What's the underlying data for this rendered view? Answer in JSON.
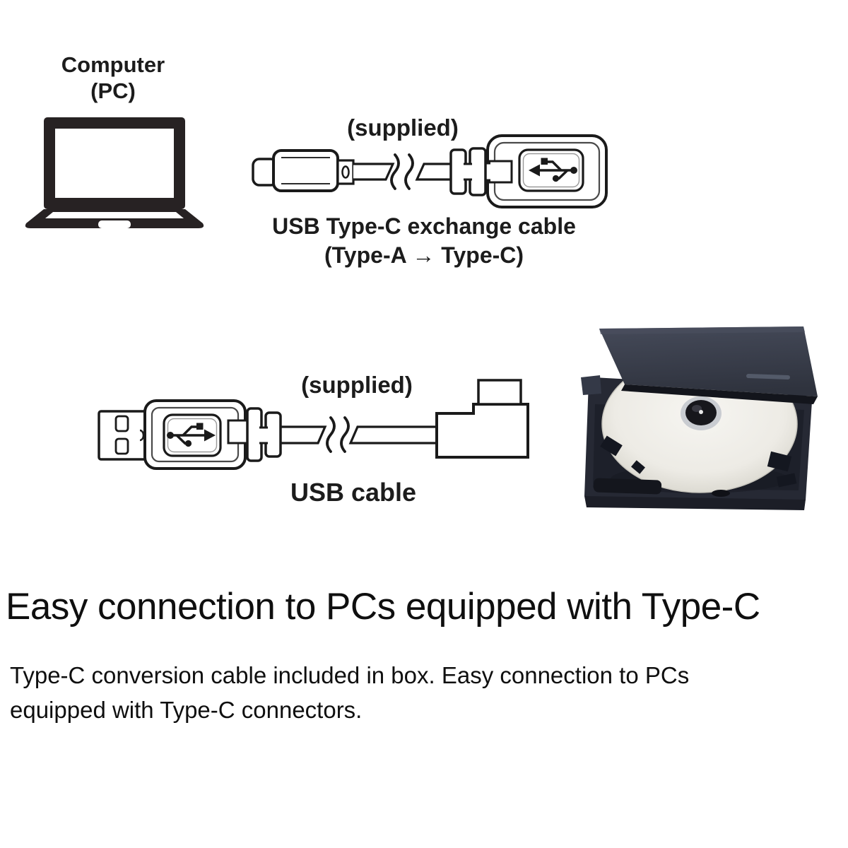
{
  "colors": {
    "ink": "#1a1a1a",
    "text": "#0f0f0f",
    "drive_lid": "#3a3f4e",
    "drive_body": "#262934",
    "disc": "#efeeea"
  },
  "computer": {
    "label_line1": "Computer",
    "label_line2": "(PC)",
    "icon": "laptop"
  },
  "cable_typec": {
    "supplied": "(supplied)",
    "name": "USB Type-C exchange cable",
    "direction": "(Type-A → Type-C)",
    "left_connector_icon": "usb-type-c-plug",
    "right_connector_icon": "usb-type-a-plug",
    "logo_icon": "usb-trident"
  },
  "cable_usb": {
    "supplied": "(supplied)",
    "name": "USB cable",
    "left_connector_icon": "usb-type-a-plug",
    "right_connector_icon": "right-angle-usb-type-c-plug",
    "logo_icon": "usb-trident"
  },
  "drive": {
    "icon": "external-optical-drive-with-disc"
  },
  "section": {
    "heading": "Easy connection to PCs equipped with Type-C",
    "body_line1": "Type-C conversion cable included in box. Easy connection to PCs",
    "body_line2": "equipped with Type-C connectors."
  }
}
